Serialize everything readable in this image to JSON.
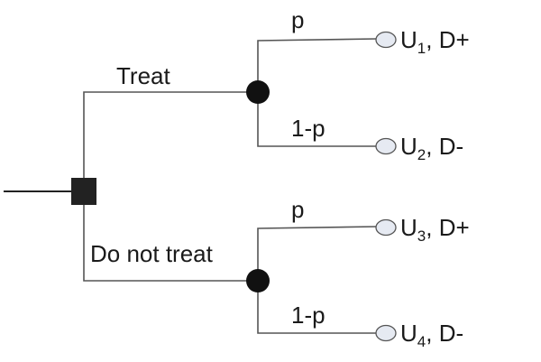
{
  "branches": {
    "treat": "Treat",
    "do_not_treat": "Do not treat"
  },
  "probabilities": {
    "p_upper_1": "p",
    "q_upper_2": "1-p",
    "p_lower_3": "p",
    "q_lower_4": "1-p"
  },
  "outcomes": [
    {
      "u": "U",
      "sub": "1",
      "d": ", D+"
    },
    {
      "u": "U",
      "sub": "2",
      "d": ", D-"
    },
    {
      "u": "U",
      "sub": "3",
      "d": ", D+"
    },
    {
      "u": "U",
      "sub": "4",
      "d": ", D-"
    }
  ],
  "colors": {
    "line": "#555555",
    "node": "#111111",
    "terminal_fill": "#e6eaf2"
  }
}
